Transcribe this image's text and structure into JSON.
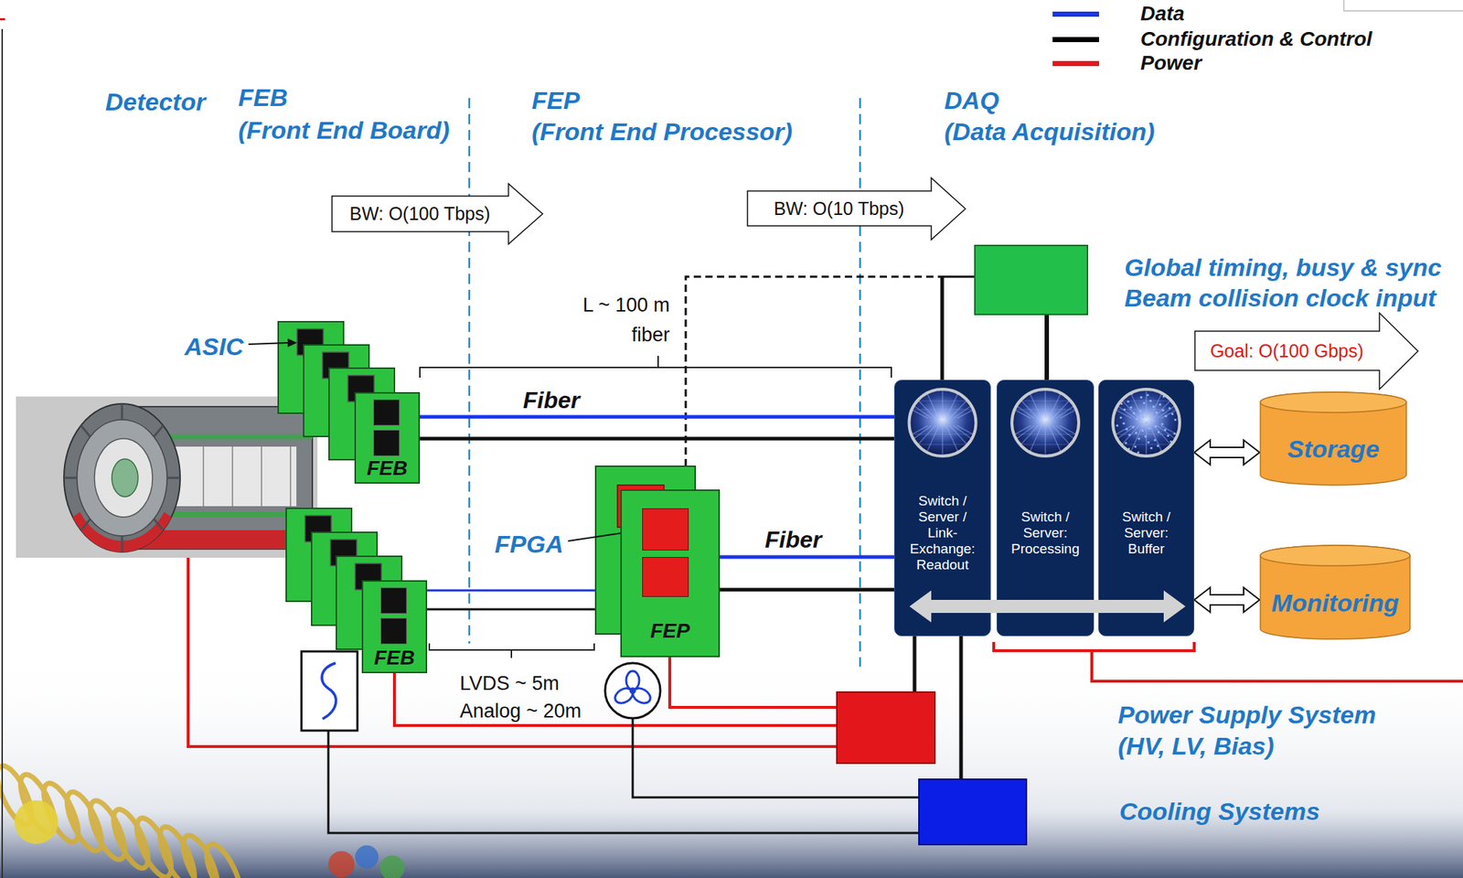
{
  "diagram": {
    "nodes": [
      {
        "text": [
          "BW: O(100 Tbps)"
        ]
      },
      {
        "text": [
          "BW: O(10 Tbps)"
        ]
      },
      {
        "text": [
          "FEB"
        ]
      },
      {
        "text": [
          "FEB"
        ]
      },
      {
        "text": [
          "FEP"
        ]
      },
      {
        "text": [
          "Switch / Server / Link-Exchange: Readout"
        ]
      },
      {
        "text": [
          "Switch / Server: Processing"
        ]
      },
      {
        "text": [
          "Switch / Server: Buffer"
        ]
      },
      {
        "text": [
          "Goal: O(100 Gbps)"
        ]
      },
      {
        "text": [
          "Storage"
        ]
      },
      {
        "text": [
          "Monitoring"
        ]
      }
    ],
    "edges": [
      {
        "from": 2,
        "to": 5,
        "arrow": "none",
        "label": "Fiber"
      },
      {
        "from": 2,
        "to": 5,
        "arrow": "none"
      },
      {
        "from": 3,
        "to": 4,
        "arrow": "none"
      },
      {
        "from": 3,
        "to": 4,
        "arrow": "none"
      },
      {
        "from": 4,
        "to": 5,
        "arrow": "none",
        "label": "Fiber"
      },
      {
        "from": 4,
        "to": 5,
        "arrow": "none"
      },
      {
        "from": 7,
        "to": 9,
        "arrow": "both"
      },
      {
        "from": 7,
        "to": 10,
        "arrow": "both"
      }
    ],
    "labels": [
      "Detector",
      "FEB",
      "(Front End Board)",
      "FEP",
      "(Front End Processor)",
      "DAQ",
      "(Data Acquisition)",
      "L ~ 100 m",
      "fiber",
      "Global timing, busy & sync",
      "Beam collision clock input",
      "ASIC",
      "FPGA",
      "LVDS ~ 5m",
      "Analog ~ 20m",
      "Power Supply System",
      "(HV, LV, Bias)",
      "Cooling Systems"
    ],
    "legend": [
      {
        "text": "Data",
        "color": "#1a35e8"
      },
      {
        "text": "Configuration & Control",
        "color": "#000000"
      },
      {
        "text": "Power",
        "color": "#e8161b"
      }
    ]
  }
}
